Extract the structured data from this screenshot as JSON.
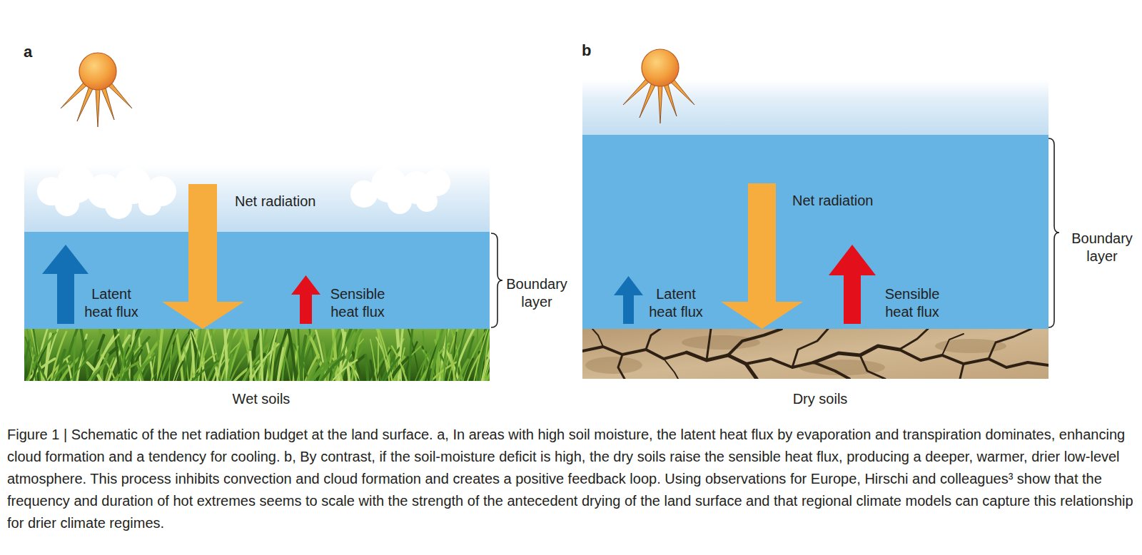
{
  "diagram": {
    "caption": "Figure 1 | Schematic of the net radiation budget at the land surface. a, In areas with high soil moisture, the latent heat flux by evaporation and transpiration dominates, enhancing cloud formation and a tendency for cooling. b, By contrast, if the soil-moisture deficit is high, the dry soils raise the sensible heat flux, producing a deeper, warmer, drier low-level atmosphere. This process inhibits convection and cloud formation and creates a positive feedback loop. Using observations for Europe, Hirschi and colleagues³ show that the frequency and duration of hot extremes seems to scale with the strength of the antecedent drying of the land surface and that regional climate models can capture this relationship for drier climate regimes.",
    "labels": [
      "a",
      "Net radiation",
      "Latent heat flux",
      "Sensible heat flux",
      "Boundary layer",
      "Wet soils",
      "b",
      "Net radiation",
      "Latent heat flux",
      "Sensible heat flux",
      "Boundary layer",
      "Dry soils"
    ]
  }
}
